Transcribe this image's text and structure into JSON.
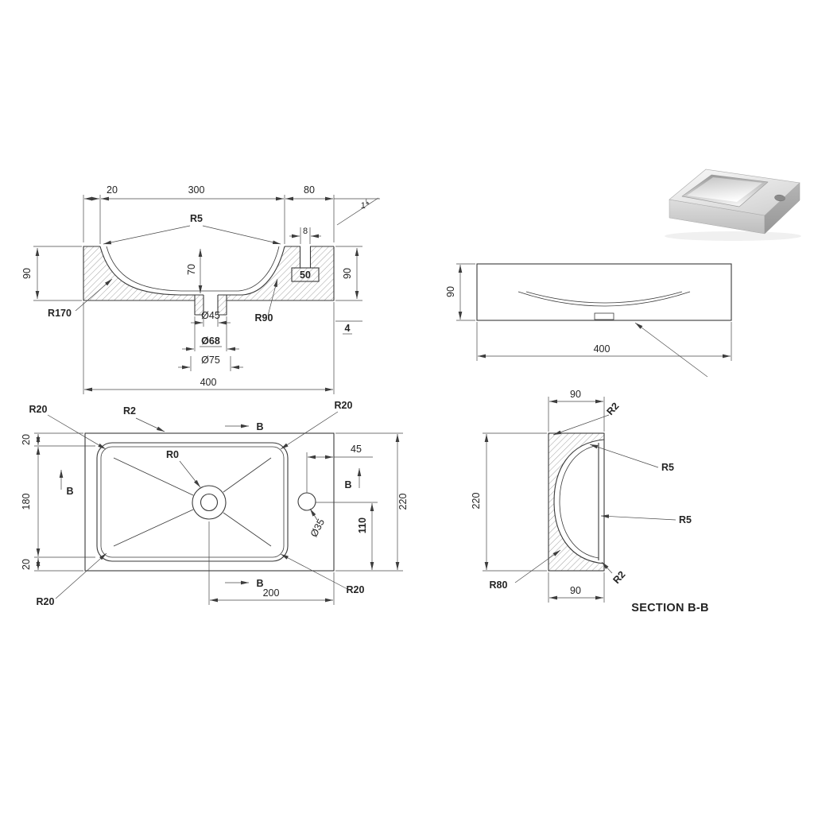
{
  "drawing": {
    "front_view": {
      "d20": "20",
      "d300": "300",
      "d80": "80",
      "angle": "1°",
      "r5": "R5",
      "slot8": "8",
      "box50": "50",
      "h90_left": "90",
      "h90_right": "90",
      "depth70": "70",
      "r170": "R170",
      "r90": "R90",
      "dia45": "Ø45",
      "dia68": "Ø68",
      "dia75": "Ø75",
      "d4": "4",
      "w400": "400"
    },
    "side_view": {
      "h90": "90",
      "w400": "400"
    },
    "plan_view": {
      "r20_tl": "R20",
      "r2": "R2",
      "r20_tr": "R20",
      "d20_top": "20",
      "d180": "180",
      "d20_bot": "20",
      "r0": "R0",
      "d45": "45",
      "dia35": "Ø35",
      "d110": "110",
      "d220": "220",
      "d200": "200",
      "r20_bl": "R20",
      "r20_br": "R20",
      "b_top": "B",
      "b_bottom": "B",
      "b_left": "B",
      "b_right": "B"
    },
    "section_bb": {
      "d90_top": "90",
      "r2_top": "R2",
      "r5_upper": "R5",
      "r5_lower": "R5",
      "d220": "220",
      "r80": "R80",
      "d90_bottom": "90",
      "r2_bottom": "R2",
      "title": "SECTION B-B"
    }
  }
}
